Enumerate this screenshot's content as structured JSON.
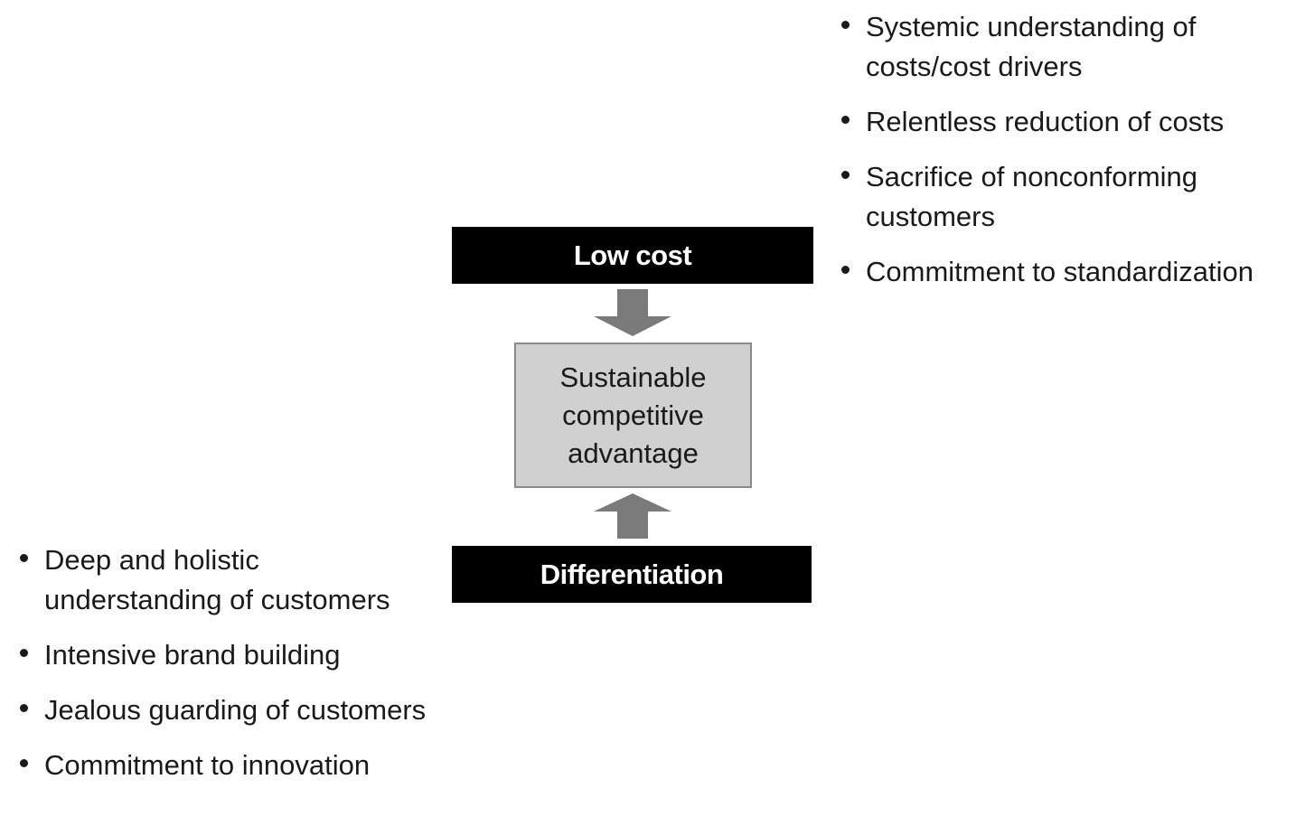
{
  "low_cost": {
    "label": "Low cost",
    "points": [
      "Systemic understanding of costs/cost drivers",
      "Relentless reduction of costs",
      "Sacrifice of nonconforming customers",
      "Commitment to standardization"
    ]
  },
  "center": {
    "label": "Sustainable\ncompetitive\nadvantage"
  },
  "differentiation": {
    "label": "Differentiation",
    "points": [
      "Deep and holistic understanding of customers",
      "Intensive brand building",
      "Jealous guarding of customers",
      "Commitment to innovation"
    ]
  },
  "colors": {
    "box_fill": "#000000",
    "box_text": "#ffffff",
    "center_fill": "#d0d0d0",
    "arrow_fill": "#7a7a7a"
  }
}
